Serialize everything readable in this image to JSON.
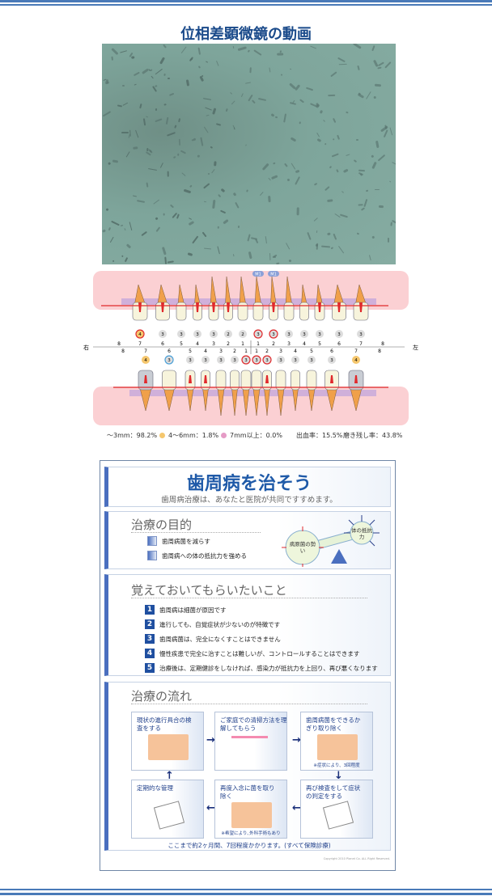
{
  "page": {
    "title": "位相差顕微鏡の動画",
    "colors": {
      "rule": "#4a7ab8",
      "title": "#1a4a8a"
    }
  },
  "chart": {
    "right_label": "右",
    "left_label": "左",
    "tooth_numbers": [
      "8",
      "7",
      "6",
      "5",
      "4",
      "3",
      "2",
      "1",
      "1",
      "2",
      "3",
      "4",
      "5",
      "6",
      "7",
      "8"
    ],
    "upper_badges": [
      "M1",
      "M1"
    ],
    "upper_pockets": [
      {
        "v": "4",
        "fill": "orange",
        "ring": "red"
      },
      {
        "v": "3"
      },
      {
        "v": "3"
      },
      {
        "v": "3"
      },
      {
        "v": "3"
      },
      {
        "v": "2"
      },
      {
        "v": "2"
      },
      {
        "v": "3",
        "ring": "red"
      },
      {
        "v": "3",
        "ring": "red"
      },
      {
        "v": "3"
      },
      {
        "v": "3"
      },
      {
        "v": "3"
      },
      {
        "v": "3"
      },
      {
        "v": "3"
      }
    ],
    "lower_pockets": [
      {
        "v": "4",
        "fill": "orange"
      },
      {
        "v": "3",
        "ring": "blue"
      },
      {
        "v": "3"
      },
      {
        "v": "3"
      },
      {
        "v": "3"
      },
      {
        "v": "3"
      },
      {
        "v": "3",
        "ring": "red"
      },
      {
        "v": "3",
        "ring": "red"
      },
      {
        "v": "3",
        "ring": "red"
      },
      {
        "v": "3"
      },
      {
        "v": "3"
      },
      {
        "v": "3"
      },
      {
        "v": "3"
      },
      {
        "v": "4",
        "fill": "orange"
      }
    ],
    "upper_bleeding": [
      true,
      true,
      false,
      true,
      true,
      true,
      false,
      false,
      true,
      false,
      false,
      true,
      true,
      true
    ],
    "lower_bleeding": [
      true,
      false,
      true,
      true,
      false,
      false,
      false,
      false,
      true,
      false,
      false,
      false,
      true,
      true
    ],
    "legend": {
      "shallow": "～3mm：98.2%",
      "mid": "4～6mm：1.8%",
      "deep": "7mm以上：0.0%",
      "bleeding": "出血率：15.5%",
      "plaque": "磨き残し率：43.8%"
    },
    "colors": {
      "gum": "#fbd0d3",
      "root": "#f0a04a",
      "crown": "#f7f4dc",
      "mid": "#f5c76e",
      "deep": "#e59bc6",
      "red": "#e0292c",
      "blue": "#4aa0d8"
    }
  },
  "poster": {
    "title": "歯周病を治そう",
    "subtitle": "歯周病治療は、あなたと医院が共同ですすめます。",
    "purpose": {
      "heading": "治療の目的",
      "items": [
        "歯周病菌を減らす",
        "歯周病への体の抵抗力を強める"
      ],
      "pathogen": "病原菌の勢い",
      "resistance": "体の抵抗力"
    },
    "remember": {
      "heading": "覚えておいてもらいたいこと",
      "items": [
        {
          "n": "1",
          "text": "歯周病は細菌が原因です"
        },
        {
          "n": "2",
          "text": "進行しても、自覚症状が少ないのが特徴です"
        },
        {
          "n": "3",
          "text": "歯周病菌は、完全になくすことはできません"
        },
        {
          "n": "4",
          "text": "慢性疾患で完全に治すことは難しいが、コントロールすることはできます"
        },
        {
          "n": "5",
          "text": "治療後は、定期健診をしなければ、感染力が抵抗力を上回り、再び悪くなります"
        }
      ]
    },
    "flow": {
      "heading": "治療の流れ",
      "steps": [
        {
          "title": "現状の進行具合の検査をする",
          "note": ""
        },
        {
          "title": "ご家庭での清掃方法を理解してもらう",
          "note": ""
        },
        {
          "title": "歯周病菌をできるかぎり取り除く",
          "note": "※症状により、3回程度"
        },
        {
          "title": "再び検査をして症状の判定をする",
          "note": ""
        },
        {
          "title": "再度入念に菌を取り除く",
          "note": "※希望により､外科手術もあり"
        },
        {
          "title": "定期的な管理",
          "note": ""
        }
      ],
      "footer": "ここまで約2ヶ月間、7回程度かかります。(すべて保険診療)"
    },
    "copyright": "Copyright 2010 Planet Co. ALL Right Reserved."
  }
}
